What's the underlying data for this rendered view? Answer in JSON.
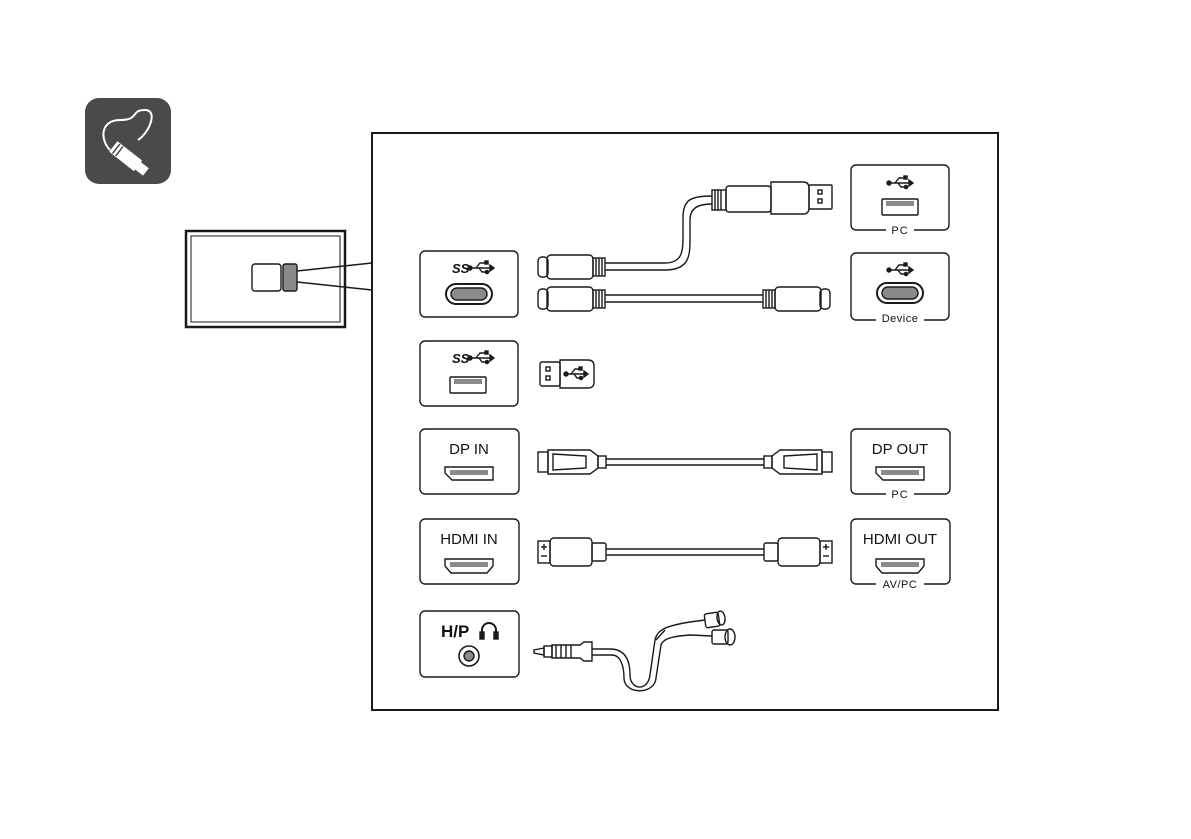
{
  "colors": {
    "stroke": "#1a1a1a",
    "icon_bg": "#4a4a4a",
    "port_fill": "#8a8a8a",
    "white": "#ffffff"
  },
  "icons": {
    "corner_icon": "cable-plug-icon",
    "usb_symbol": "usb-trident-icon",
    "superspeed_symbol": "ss-usb-icon",
    "headphone_symbol": "headphone-icon"
  },
  "monitor_ports": {
    "usb_c_ss": {
      "label": "SS"
    },
    "usb_a_ss": {
      "label": "SS"
    },
    "dp_in": {
      "label": "DP IN"
    },
    "hdmi_in": {
      "label": "HDMI IN"
    },
    "hp": {
      "label": "H/P"
    }
  },
  "source_ports": {
    "usb_pc": {
      "caption": "PC"
    },
    "usb_device": {
      "caption": "Device"
    },
    "dp_out": {
      "label": "DP OUT",
      "caption": "PC"
    },
    "hdmi_out": {
      "label": "HDMI OUT",
      "caption": "AV/PC"
    }
  }
}
